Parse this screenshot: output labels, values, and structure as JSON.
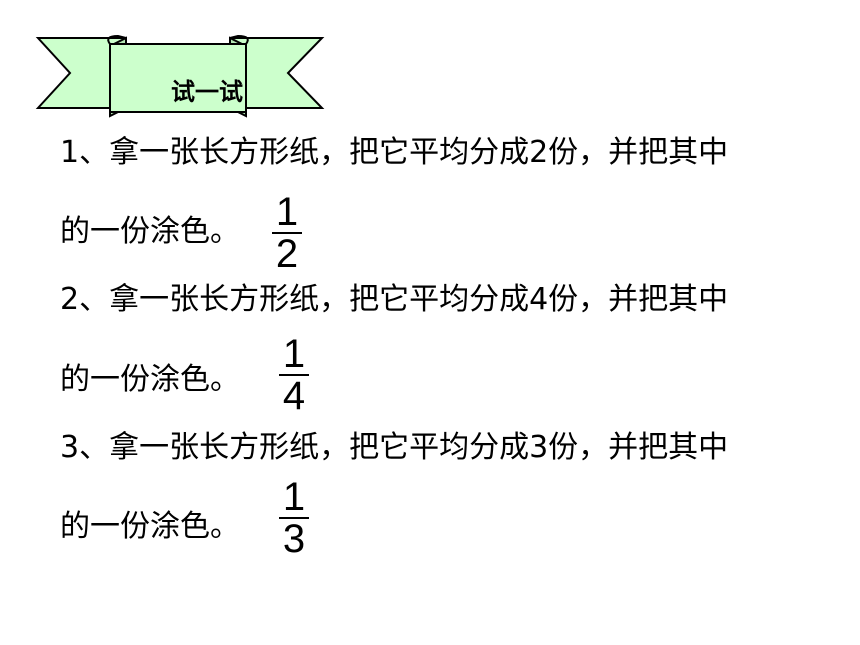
{
  "banner": {
    "label": "试一试",
    "color": "#ccffcc"
  },
  "items": [
    {
      "line1": "1、拿一张长方形纸，把它平均分成2份，并把其中",
      "line2": "的一份涂色。",
      "numerator": "1",
      "denominator": "2"
    },
    {
      "line1": "2、拿一张长方形纸，把它平均分成4份，并把其中",
      "line2": "的一份涂色。",
      "numerator": "1",
      "denominator": "4"
    },
    {
      "line1": "3、拿一张长方形纸，把它平均分成3份，并把其中",
      "line2": "的一份涂色。",
      "numerator": "1",
      "denominator": "3"
    }
  ]
}
